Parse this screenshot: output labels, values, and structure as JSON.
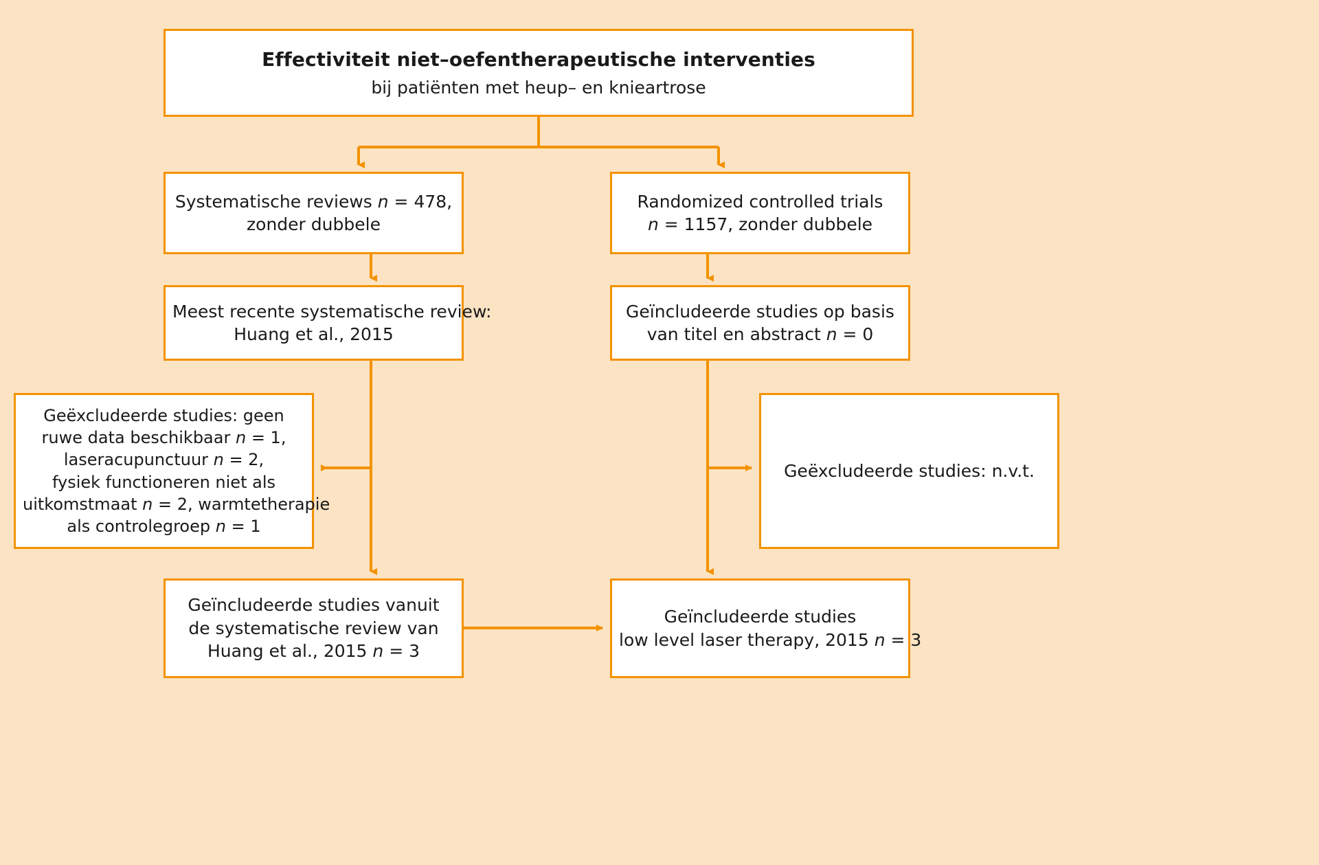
{
  "diagram": {
    "type": "flowchart",
    "background_color": "#fce3c3",
    "box_fill": "#ffffff",
    "accent_color": "#f39200",
    "text_color": "#1a1a1a",
    "title": {
      "main": "Effectiviteit niet–oefentherapeutische interventies",
      "sub": "bij patiënten met heup– en knieartrose"
    },
    "nodes": {
      "systematic_reviews": {
        "lines": [
          "Systematische reviews n = 478,",
          "zonder dubbele"
        ],
        "line1_pre": "Systematische reviews ",
        "line1_n": "n",
        "line1_post": " = 478,",
        "line2": "zonder dubbele"
      },
      "randomized_trials": {
        "line1": "Randomized controlled trials",
        "line2_n": "n",
        "line2_post": " = 1157, zonder dubbele"
      },
      "most_recent_review": {
        "line1": "Meest recente systematische review:",
        "line2": "Huang et al., 2015"
      },
      "included_title_abstract": {
        "line1": "Geïncludeerde studies op basis",
        "line2_pre": "van titel en abstract ",
        "line2_n": "n",
        "line2_post": " = 0"
      },
      "excluded_left": {
        "line1": "Geëxcludeerde studies: geen",
        "line2_pre": "ruwe data beschikbaar ",
        "line2_n": "n",
        "line2_post": " = 1,",
        "line3_pre": "laseracupunctuur ",
        "line3_n": "n",
        "line3_post": " = 2,",
        "line4": "fysiek functioneren niet als",
        "line5_pre": "uitkomstmaat ",
        "line5_n": "n",
        "line5_post": " = 2, warmtetherapie",
        "line6_pre": "als controlegroep ",
        "line6_n": "n",
        "line6_post": " = 1"
      },
      "excluded_right": {
        "line1": "Geëxcludeerde studies: n.v.t."
      },
      "included_from_review": {
        "line1": "Geïncludeerde studies vanuit",
        "line2": "de systematische review van",
        "line3_pre": "Huang  et al., 2015 ",
        "line3_n": "n",
        "line3_post": " = 3"
      },
      "included_lllt": {
        "line1": "Geïncludeerde studies",
        "line2_pre": "low level laser therapy, 2015 ",
        "line2_n": "n",
        "line2_post": " = 3"
      }
    },
    "counts": {
      "systematic_reviews_n": 478,
      "randomized_controlled_trials_n": 1157,
      "included_title_abstract_n": 0,
      "excluded_no_raw_data_n": 1,
      "excluded_laseracupunctuur_n": 2,
      "excluded_physical_function_not_outcome_n": 2,
      "excluded_heat_therapy_control_n": 1,
      "included_from_review_n": 3,
      "included_lllt_n": 3
    }
  }
}
